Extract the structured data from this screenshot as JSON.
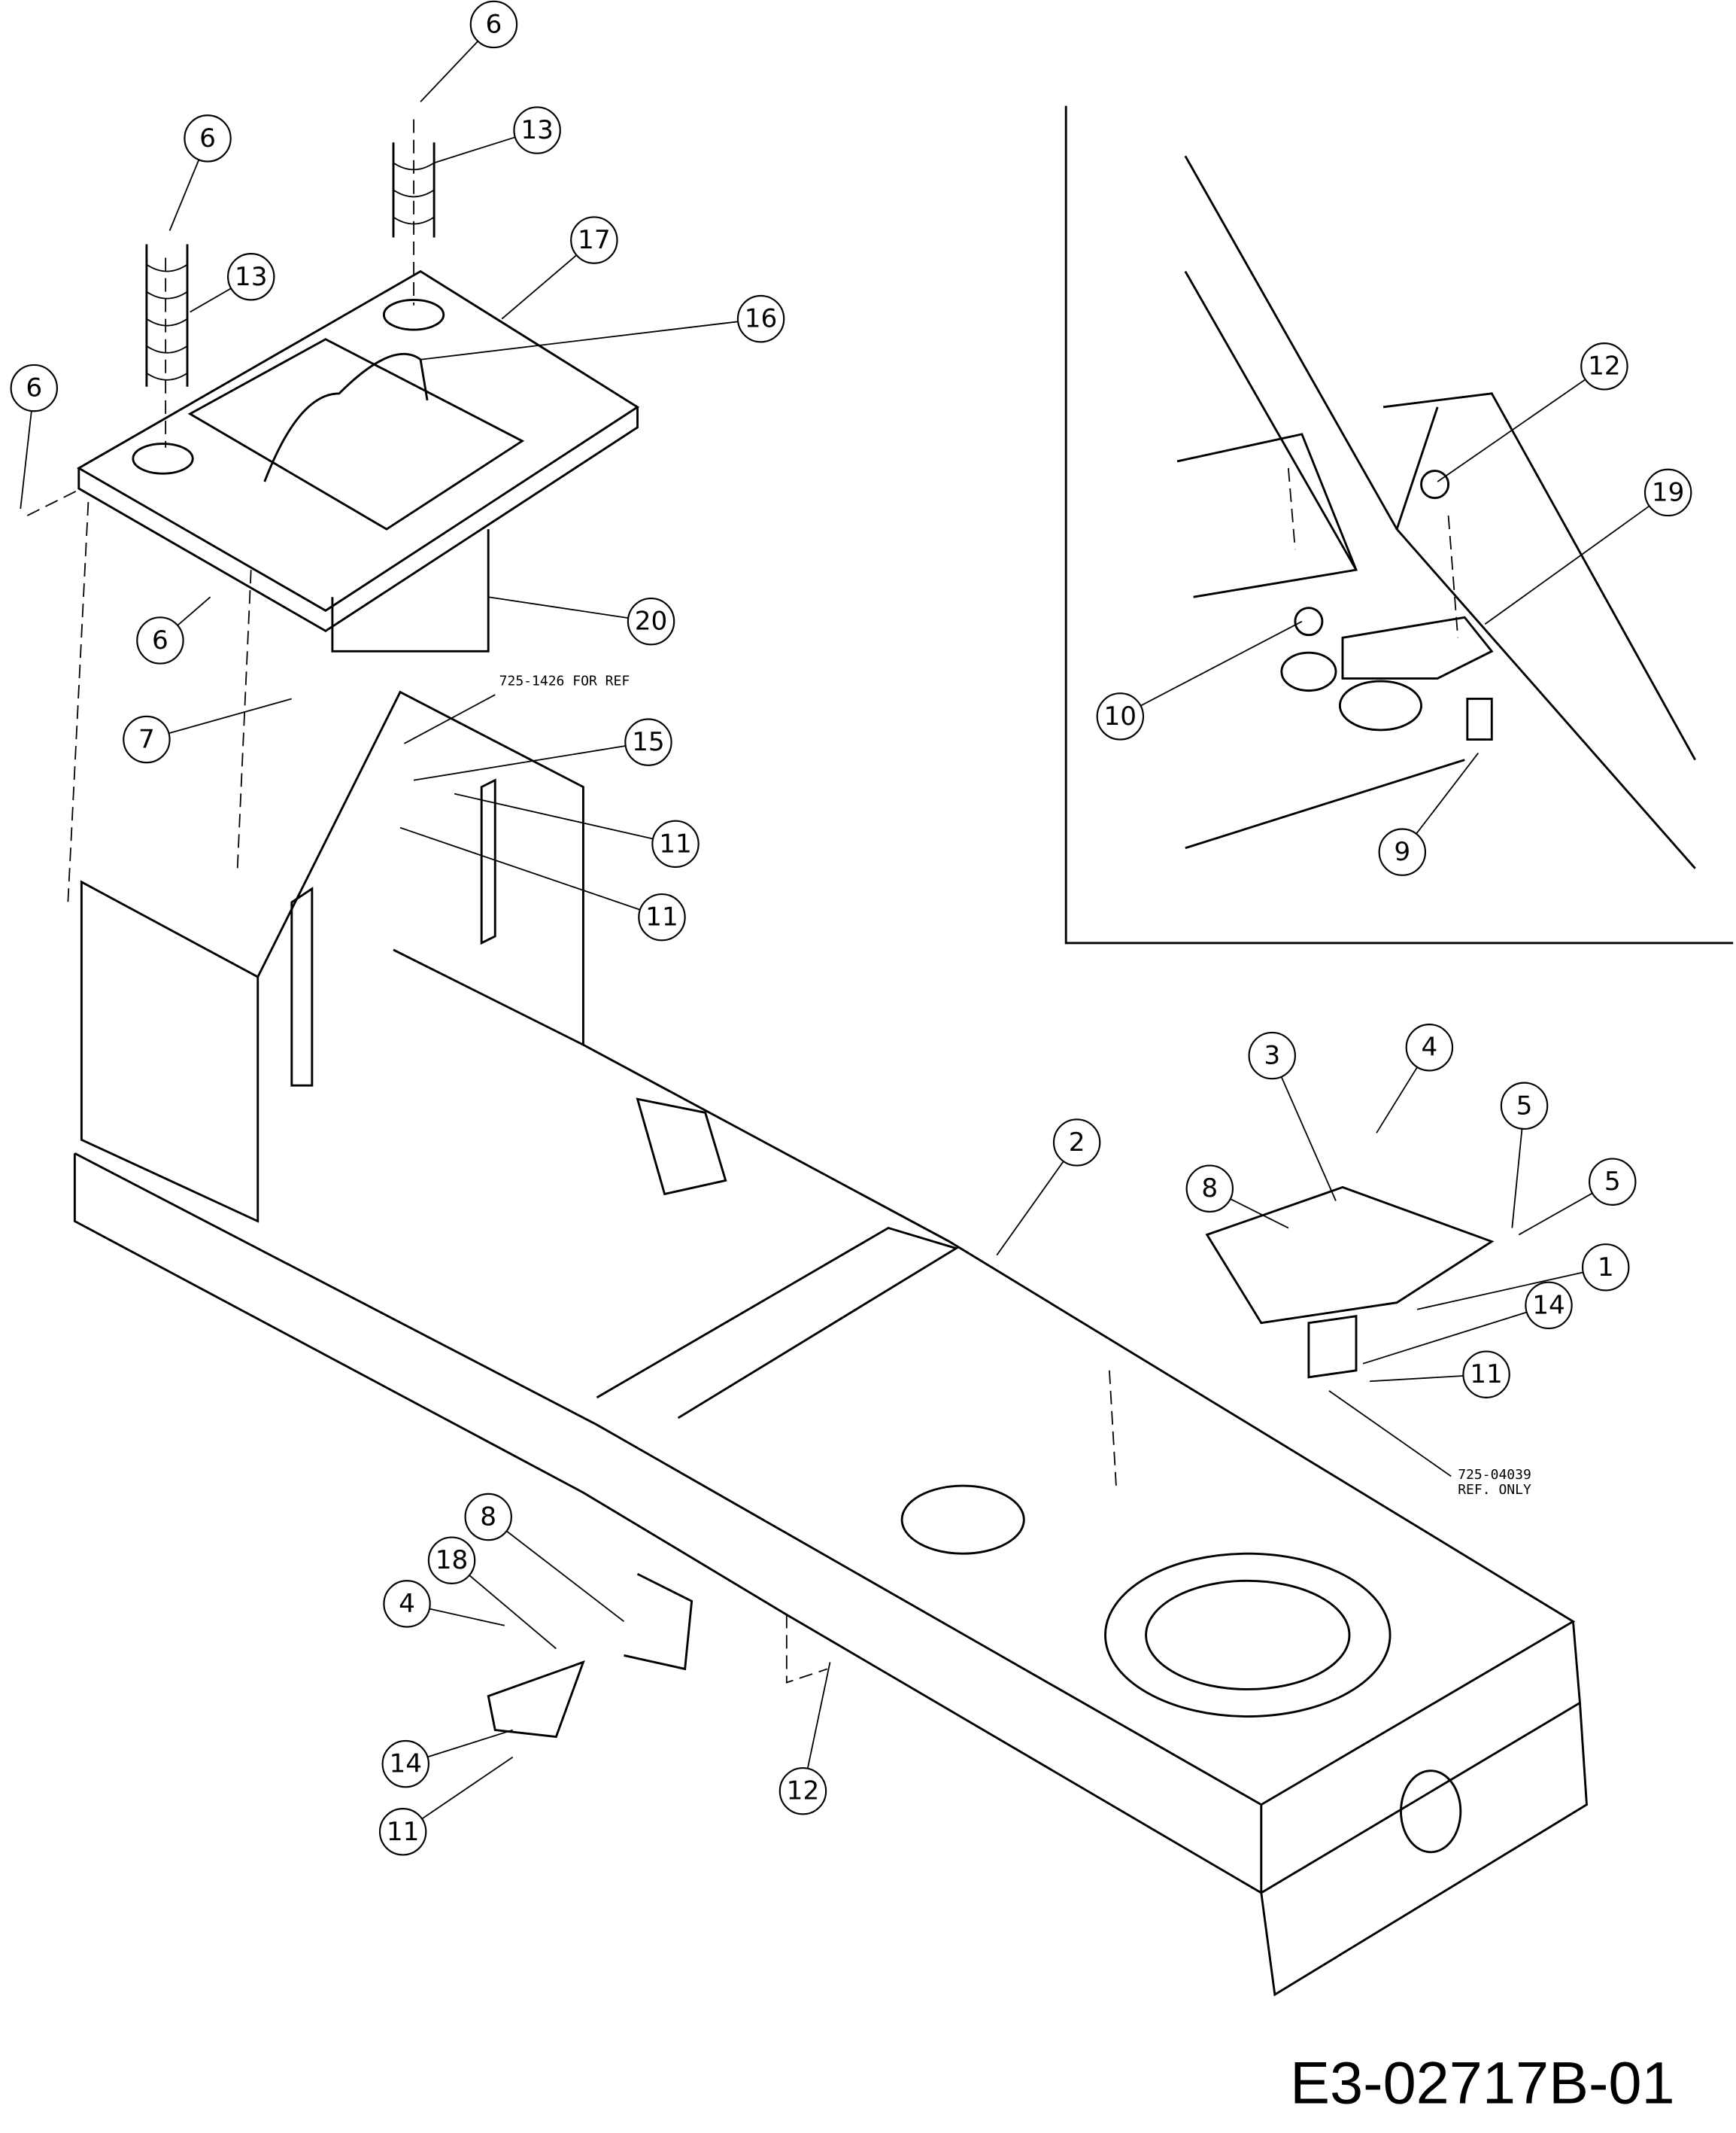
{
  "diagram_id": "E3-02717B-01",
  "ref_notes": [
    "725-1426 FOR REF",
    "725-04039",
    "REF. ONLY"
  ],
  "callouts": [
    "6",
    "13",
    "6",
    "13",
    "17",
    "16",
    "6",
    "6",
    "20",
    "7",
    "15",
    "11",
    "11",
    "12",
    "19",
    "10",
    "9",
    "3",
    "4",
    "5",
    "5",
    "2",
    "8",
    "1",
    "14",
    "11",
    "8",
    "18",
    "4",
    "14",
    "11",
    "12"
  ]
}
